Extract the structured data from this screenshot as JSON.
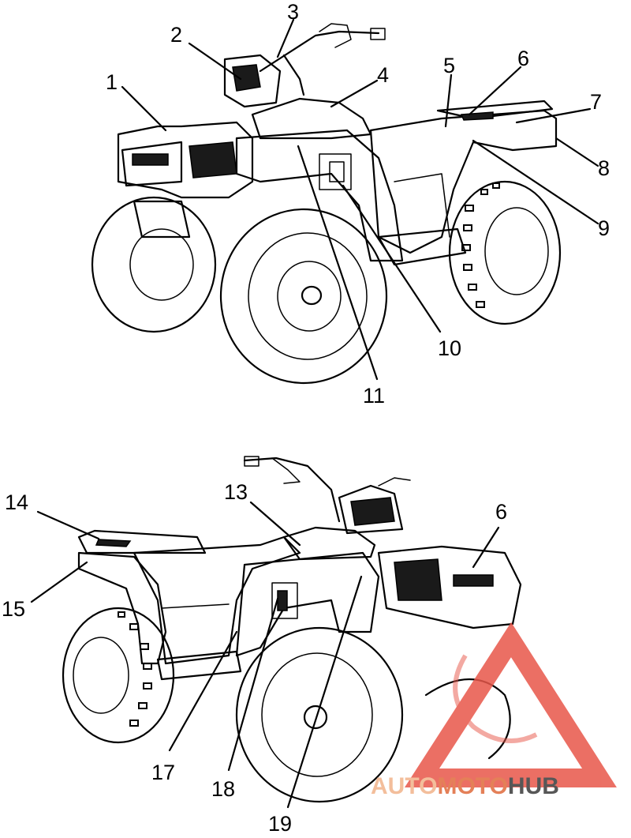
{
  "callouts": [
    "1",
    "2",
    "3",
    "4",
    "5",
    "6",
    "7",
    "8",
    "9",
    "10",
    "11",
    "13",
    "6",
    "14",
    "15",
    "17",
    "18",
    "19"
  ],
  "watermark": {
    "part1": "AUTO",
    "part2": "MOTO",
    "part3": "HUB",
    "color_light": "#f2b38a",
    "color_mid": "#e06a3c",
    "color_dark": "#3a3a3a",
    "triangle_color": "#e8574a"
  }
}
